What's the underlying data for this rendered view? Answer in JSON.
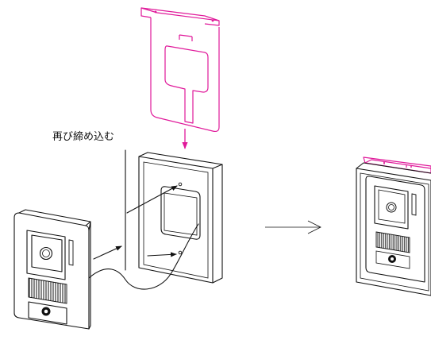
{
  "annotation": {
    "text": "再び締め込む"
  },
  "colors": {
    "bracket": "#e0199a",
    "line": "#111111",
    "background": "#ffffff"
  },
  "icons": [
    "mounting-bracket",
    "wall-frame",
    "intercom-unit",
    "flow-arrow"
  ]
}
